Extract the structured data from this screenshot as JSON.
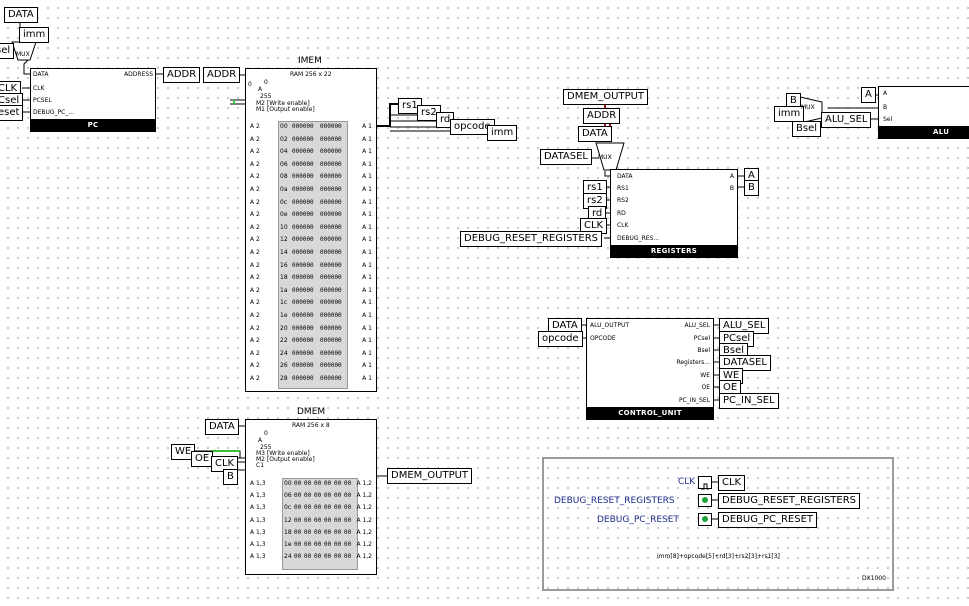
{
  "colors": {
    "wire": "#000000",
    "active_wire": "#39c13b",
    "select_wire": "#b20d0d",
    "label_blue": "#1f2d8a",
    "panel_border": "#9a9a9a"
  },
  "tunnels": {
    "data_top": "DATA",
    "imm_top": "imm",
    "sel_top": "sel",
    "clk_pc": "CLK",
    "pcsel_pc": "Csel",
    "reset_pc": "eset",
    "pc_addr": "ADDR",
    "imem_addr": "ADDR",
    "rs1": "rs1",
    "rs2": "rs2",
    "rd": "rd",
    "opcode": "opcode",
    "imm": "imm",
    "dmem_output_top": "DMEM_OUTPUT",
    "addr_reg": "ADDR",
    "data_reg": "DATA",
    "datasel": "DATASEL",
    "r_rs1": "rs1",
    "r_rs2": "rs2",
    "r_rd": "rd",
    "r_clk": "CLK",
    "debug_reset_regs": "DEBUG_RESET_REGISTERS",
    "reg_a": "A",
    "reg_b": "B",
    "alu_b": "B",
    "alu_imm": "imm",
    "alu_bsel": "Bsel",
    "alu_a": "A",
    "alu_sel": "ALU_SEL",
    "cu_data": "DATA",
    "cu_opcode": "opcode",
    "cu_alu_sel": "ALU_SEL",
    "cu_pcsel": "PCsel",
    "cu_bsel": "Bsel",
    "cu_datasel": "DATASEL",
    "cu_we": "WE",
    "cu_oe": "OE",
    "cu_pc_in_sel": "PC_IN_SEL",
    "dmem_data": "DATA",
    "dmem_we": "WE",
    "dmem_oe": "OE",
    "dmem_clk": "CLK",
    "dmem_b": "B",
    "dmem_output": "DMEM_OUTPUT",
    "p_clk": "CLK",
    "p_debug_reset_registers": "DEBUG_RESET_REGISTERS",
    "p_debug_pc_reset": "DEBUG_PC_RESET"
  },
  "pc": {
    "title": "PC",
    "pins": {
      "data": "DATA",
      "clk": "CLK",
      "pcsel": "PCSEL",
      "debug": "DEBUG_PC_...",
      "address": "ADDRESS"
    }
  },
  "mux_label": "MUX",
  "imem": {
    "title": "IMEM",
    "subtitle": "RAM 256 x 22",
    "a_label": "A",
    "zero": "0",
    "max": "255",
    "m2": "M2 [Write enable]",
    "m1": "M1 [Output enable]",
    "c0": "0",
    "addr_in": "A 2",
    "addr_out": "A 1",
    "row_addrs": [
      "00",
      "02",
      "04",
      "06",
      "08",
      "0a",
      "0c",
      "0e",
      "10",
      "12",
      "14",
      "16",
      "18",
      "1a",
      "1c",
      "1e",
      "20",
      "22",
      "24",
      "26",
      "28"
    ],
    "cell": "000000"
  },
  "dmem": {
    "title": "DMEM",
    "subtitle": "RAM 256 x 8",
    "a_label": "A",
    "zero": "0",
    "max": "255",
    "m3": "M3 [Write enable]",
    "m2": "M2 [Output enable]",
    "c1": "C1",
    "addr_in": "A 1,3",
    "addr_out": "A 1,2",
    "row_addrs": [
      "00",
      "06",
      "0c",
      "12",
      "18",
      "1e",
      "24"
    ],
    "cell": "00"
  },
  "registers": {
    "title": "REGISTERS",
    "pins": {
      "data": "DATA",
      "rs1": "RS1",
      "rs2": "RS2",
      "rd": "RD",
      "clk": "CLK",
      "debug": "DEBUG_RES...",
      "a": "A",
      "b": "B"
    }
  },
  "alu": {
    "title": "ALU",
    "pins": {
      "a": "A",
      "b": "B",
      "sel": "Sel"
    }
  },
  "control_unit": {
    "title": "CONTROL_UNIT",
    "pins": {
      "alu_output": "ALU_OUTPUT",
      "opcode": "OPCODE",
      "alu_sel": "ALU_SEL",
      "pcsel": "PCsel",
      "bsel": "Bsel",
      "registers": "Registers...",
      "we": "WE",
      "oe": "OE",
      "pc_in_sel": "PC_IN_SEL"
    }
  },
  "panel": {
    "clk_label": "CLK",
    "debug_reset_registers_label": "DEBUG_RESET_REGISTERS",
    "debug_pc_reset_label": "DEBUG_PC_RESET",
    "format_text": "imm[8]+opcode[5]+rd[3]+rs2[3]+rs1[3]",
    "name": "DX1000"
  }
}
